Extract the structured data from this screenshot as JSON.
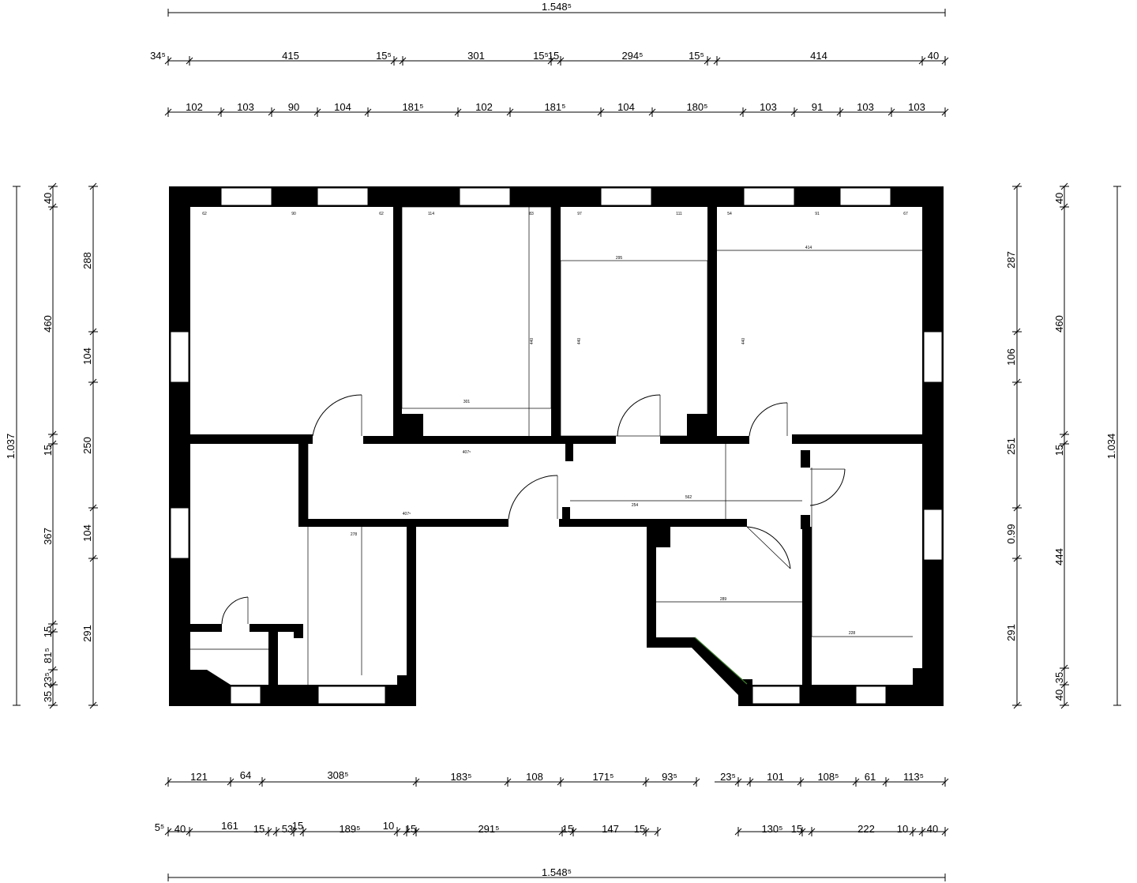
{
  "dimensions": {
    "top_total": "1.548⁵",
    "bottom_total": "1.548⁵",
    "top_row2": [
      "34⁵",
      "415",
      "15⁵",
      "301",
      "15⁵",
      "15",
      "294⁵",
      "15⁵",
      "414",
      "40"
    ],
    "top_row3": [
      "102",
      "103",
      "90",
      "104",
      "181⁵",
      "102",
      "181⁵",
      "104",
      "180⁵",
      "103",
      "91",
      "103",
      "103"
    ],
    "bottom_row1": [
      "121",
      "64",
      "308⁵",
      "183⁵",
      "108",
      "171⁵",
      "93⁵",
      "23⁵",
      "101",
      "108⁵",
      "61",
      "113⁵"
    ],
    "bottom_row2": [
      "5⁵",
      "40",
      "161",
      "15",
      "53",
      "15",
      "189⁵",
      "10",
      "15",
      "291⁵",
      "15",
      "147",
      "15",
      "130⁵",
      "15",
      "222",
      "10",
      "40"
    ],
    "left_outer": "1.037",
    "left_mid": [
      "40",
      "460",
      "15",
      "367",
      "15",
      "81⁵",
      "23⁵",
      "35"
    ],
    "left_inner": [
      "288",
      "104",
      "250",
      "104",
      "291"
    ],
    "right_outer": "1.034",
    "right_mid": [
      "40",
      "460",
      "15",
      "444",
      "35",
      "40"
    ],
    "right_inner": [
      "287",
      "106",
      "251",
      "0.99",
      "291"
    ]
  },
  "room_labels": {
    "room_a_top": "62",
    "room_a_top2": "90",
    "room_a_top3": "62",
    "room_b_top": "114",
    "room_b_top2": "83",
    "room_c_top": "97",
    "room_c_top2": "111",
    "room_c_width": "295",
    "room_d_top": "54",
    "room_d_top2": "91",
    "room_d_top3": "67",
    "room_d_width": "414",
    "corr_1": "407⁵",
    "corr_2": "407⁵",
    "corr_3": "254",
    "corr_4": "562",
    "room_e_width": "289",
    "room_f_width": "228",
    "room_g_width": "301",
    "room_h_width": "278",
    "heights_a": "440",
    "heights_b": "440",
    "heights_c": "440"
  },
  "colors": {
    "wall": "#000000",
    "paper": "#ffffff",
    "accent_line": "#3a7a2a"
  }
}
